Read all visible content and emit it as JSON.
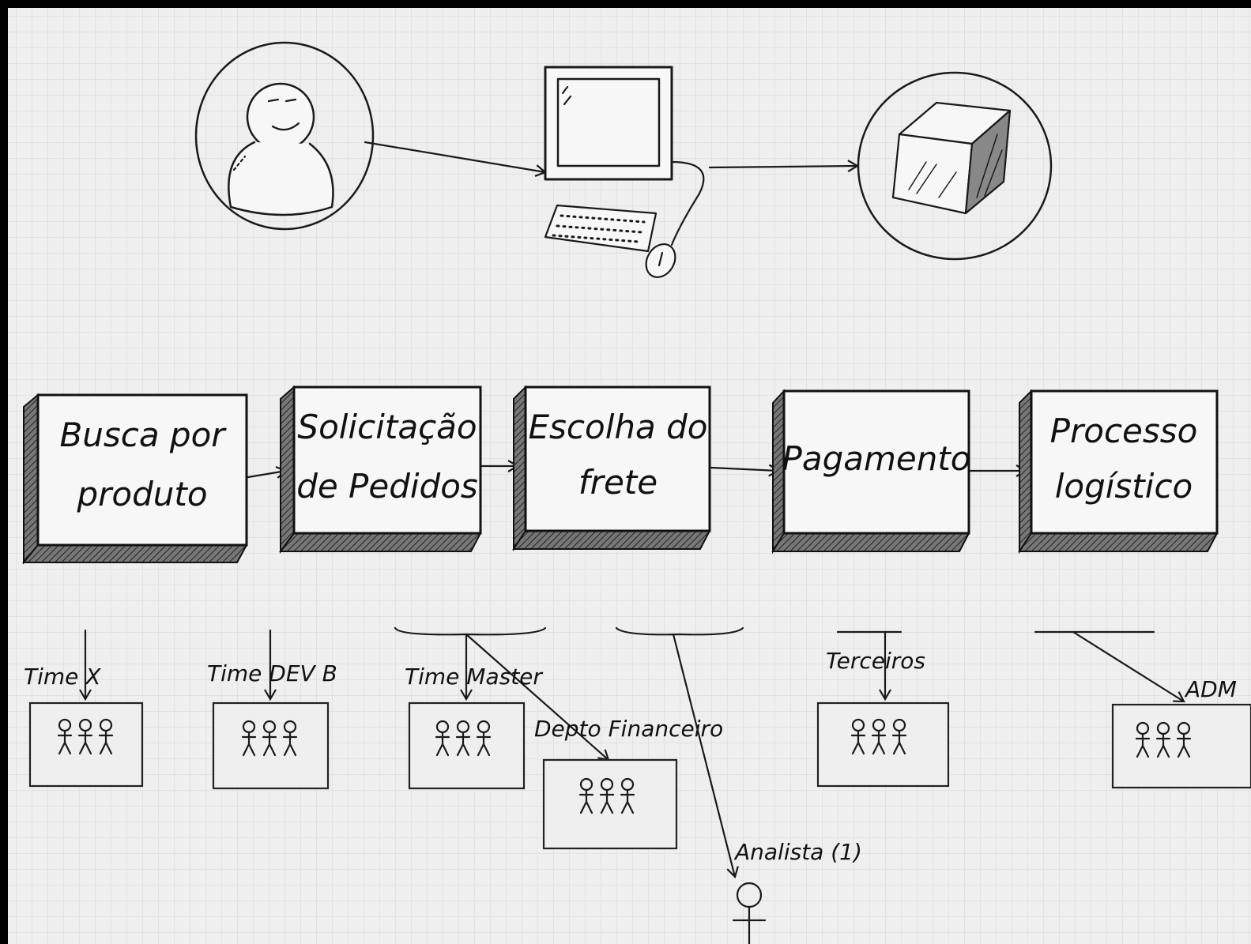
{
  "process": {
    "steps": [
      {
        "line1": "Busca por",
        "line2": "produto"
      },
      {
        "line1": "Solicitação",
        "line2": "de Pedidos"
      },
      {
        "line1": "Escolha do",
        "line2": "frete"
      },
      {
        "line1": "Pagamento",
        "line2": ""
      },
      {
        "line1": "Processo",
        "line2": "logístico"
      }
    ]
  },
  "teams": {
    "time_x": "Time X",
    "time_dev_b": "Time DEV B",
    "time_master": "Time Master",
    "depto_financeiro": "Depto Financeiro",
    "terceiros": "Terceiros",
    "adm": "ADM",
    "analista": "Analista (1)"
  }
}
